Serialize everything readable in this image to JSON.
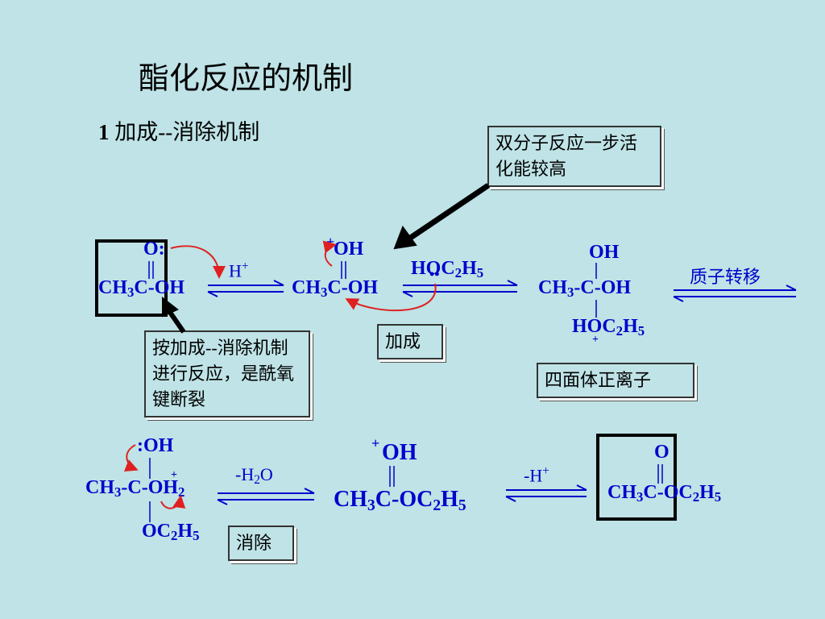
{
  "title": "酯化反应的机制",
  "subtitle": {
    "number": "1",
    "text": "加成--消除机制"
  },
  "notes": {
    "bimolecular": "双分子反应一步活化能较高",
    "mechanism": "按加成--消除机制进行反应，是酰氧键断裂",
    "addition": "加成",
    "tetrahedral": "四面体正离子",
    "elimination": "消除"
  },
  "reagents": {
    "h_plus": "H",
    "ethanol": "HOC",
    "proton_transfer": "质子转移",
    "minus_water": "-H",
    "minus_h": "-H"
  },
  "colors": {
    "background": "#bfe3e6",
    "chem": "#0000cc",
    "arrow": "#e02020"
  }
}
